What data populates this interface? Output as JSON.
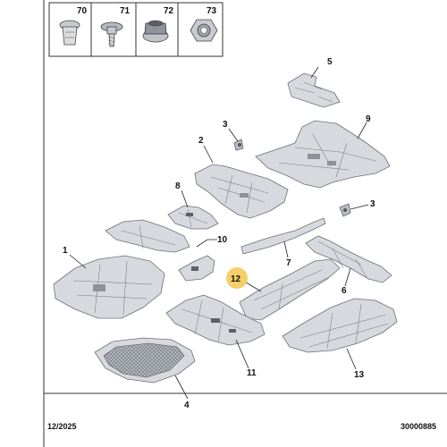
{
  "fastener_header": {
    "items": [
      {
        "ref": "70",
        "icon": "push-clip-icon"
      },
      {
        "ref": "71",
        "icon": "screw-icon"
      },
      {
        "ref": "72",
        "icon": "flange-nut-icon"
      },
      {
        "ref": "73",
        "icon": "hex-nut-icon"
      }
    ]
  },
  "callouts": {
    "c1": "1",
    "c2": "2",
    "c3a": "3",
    "c3b": "3",
    "c4": "4",
    "c5": "5",
    "c6": "6",
    "c7": "7",
    "c8": "8",
    "c9": "9",
    "c10": "10",
    "c11": "11",
    "c12": "12",
    "c13": "13"
  },
  "highlight_color": "#f6cf6a",
  "footer": {
    "date": "12/2025",
    "code": "30000885"
  }
}
